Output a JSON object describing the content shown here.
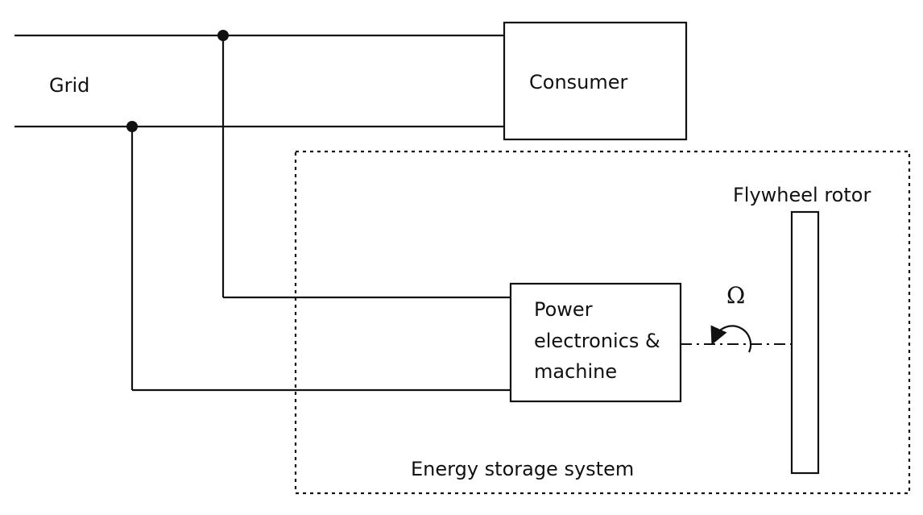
{
  "diagram": {
    "labels": {
      "grid": "Grid",
      "consumer": "Consumer",
      "power_line1": "Power",
      "power_line2": "electronics &",
      "power_line3": "machine",
      "flywheel": "Flywheel rotor",
      "omega": "Ω",
      "ess": "Energy storage system"
    }
  }
}
